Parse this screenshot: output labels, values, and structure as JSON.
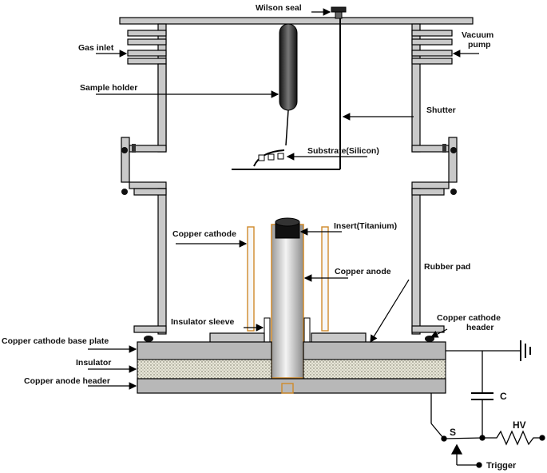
{
  "labels": {
    "wilson_seal": "Wilson seal",
    "gas_inlet": "Gas inlet",
    "vacuum_pump_1": "Vacuum",
    "vacuum_pump_2": "pump",
    "sample_holder": "Sample holder",
    "shutter": "Shutter",
    "substrate": "Substrate(Silicon)",
    "insert": "Insert(Titanium)",
    "copper_cathode": "Copper cathode",
    "copper_anode": "Copper anode",
    "rubber_pad": "Rubber pad",
    "insulator_sleeve": "Insulator sleeve",
    "copper_cathode_header_1": "Copper cathode",
    "copper_cathode_header_2": "header",
    "cathode_base_plate": "Copper cathode base plate",
    "insulator": "Insulator",
    "anode_header": "Copper anode header",
    "capacitor": "C",
    "switch": "S",
    "high_voltage": "HV",
    "trigger": "Trigger"
  },
  "colors": {
    "copper_outline": "#d08a2a",
    "steel": "#c9c9c9",
    "dark_part": "#0d0d0d"
  }
}
